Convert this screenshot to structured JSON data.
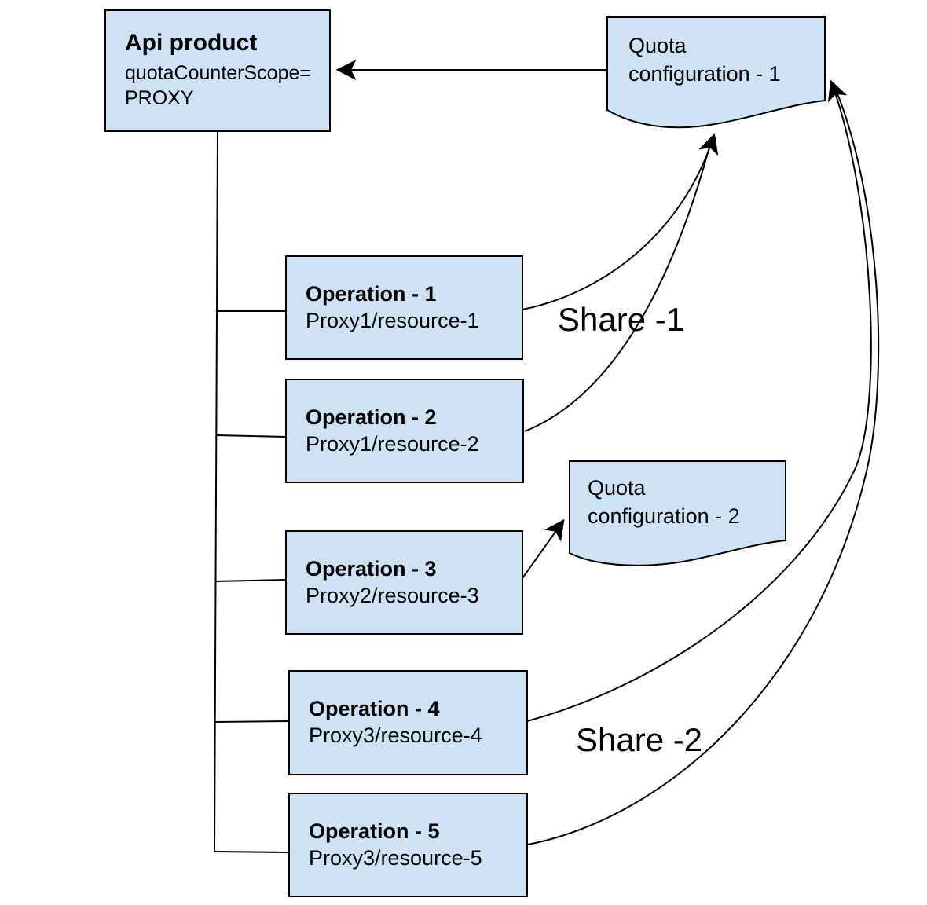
{
  "diagram": {
    "api_product": {
      "title": "Api product",
      "attr_line1": "quotaCounterScope=",
      "attr_line2": "PROXY"
    },
    "quota_configs": [
      {
        "line1": "Quota",
        "line2": "configuration - 1"
      },
      {
        "line1": "Quota",
        "line2": "configuration - 2"
      }
    ],
    "operations": [
      {
        "title": "Operation - 1",
        "subtitle": "Proxy1/resource-1"
      },
      {
        "title": "Operation - 2",
        "subtitle": "Proxy1/resource-2"
      },
      {
        "title": "Operation - 3",
        "subtitle": "Proxy2/resource-3"
      },
      {
        "title": "Operation - 4",
        "subtitle": "Proxy3/resource-4"
      },
      {
        "title": "Operation - 5",
        "subtitle": "Proxy3/resource-5"
      }
    ],
    "share_labels": {
      "share1": "Share -1",
      "share2": "Share -2"
    },
    "colors": {
      "node_fill": "#cfe2f3",
      "node_stroke": "#000000",
      "background": "#ffffff",
      "text": "#000000"
    }
  }
}
